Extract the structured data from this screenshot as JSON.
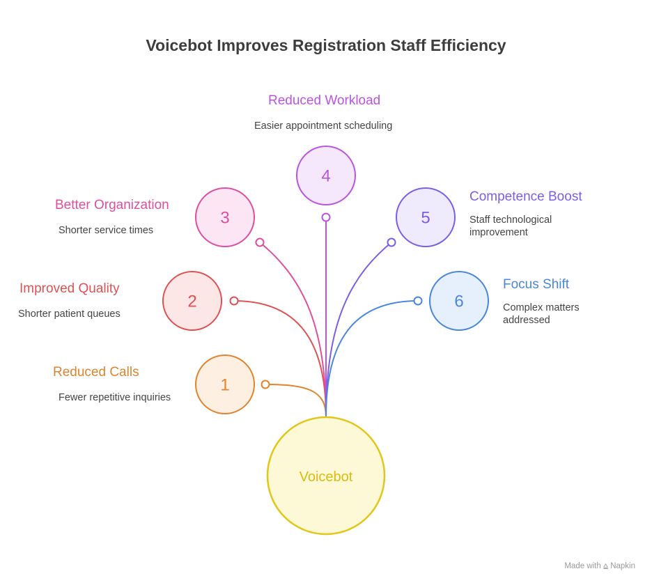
{
  "title": "Voicebot Improves Registration Staff Efficiency",
  "hub": {
    "label": "Voicebot",
    "stroke": "#e2c61a",
    "fill": "#fdf8d6",
    "text_color": "#d9bc12"
  },
  "items": [
    {
      "number": "1",
      "title": "Reduced Calls",
      "description": "Fewer repetitive inquiries",
      "color": "#e0842e",
      "fill": "#fdefe2"
    },
    {
      "number": "2",
      "title": "Improved Quality",
      "description": "Shorter patient queues",
      "color": "#e05252",
      "fill": "#fde6e6"
    },
    {
      "number": "3",
      "title": "Better Organization",
      "description": "Shorter service times",
      "color": "#df4f9e",
      "fill": "#fce6f3"
    },
    {
      "number": "4",
      "title": "Reduced Workload",
      "description": "Easier appointment scheduling",
      "color": "#b955e0",
      "fill": "#f6e8fc"
    },
    {
      "number": "5",
      "title": "Competence Boost",
      "description": "Staff technological improvement",
      "color": "#7b5ee6",
      "fill": "#efebfc"
    },
    {
      "number": "6",
      "title": "Focus Shift",
      "description": "Complex matters addressed",
      "color": "#4a86de",
      "fill": "#e6effc"
    }
  ],
  "footer": {
    "made_with": "Made with",
    "brand": "Napkin"
  }
}
